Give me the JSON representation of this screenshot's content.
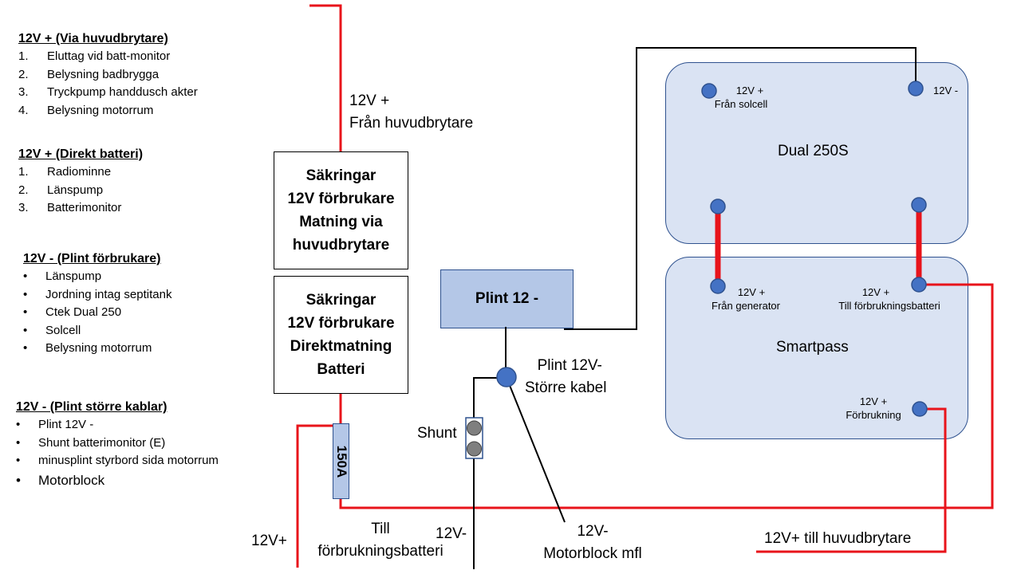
{
  "lists": {
    "via_huvudbrytare": {
      "title": "12V +  (Via huvudbrytare)",
      "items": [
        "Eluttag vid batt-monitor",
        "Belysning badbrygga",
        "Tryckpump handdusch akter",
        "Belysning motorrum"
      ]
    },
    "direkt_batteri": {
      "title": "12V +  (Direkt batteri)",
      "items": [
        "Radiominne",
        "Länspump",
        "Batterimonitor"
      ]
    },
    "plint_forbrukare": {
      "title": "12V -  (Plint förbrukare)",
      "items": [
        "Länspump",
        "Jordning intag septitank",
        "Ctek Dual 250",
        "Solcell",
        "Belysning motorrum"
      ]
    },
    "plint_storre": {
      "title": "12V -  (Plint större kablar)",
      "items": [
        "Plint 12V -",
        "Shunt batterimonitor (E)",
        "minusplint styrbord sida motorrum",
        "Motorblock"
      ]
    }
  },
  "fuse_boxes": {
    "huvudbrytare": [
      "Säkringar",
      "12V förbrukare",
      "Matning via",
      "huvudbrytare"
    ],
    "direkt": [
      "Säkringar",
      "12V förbrukare",
      "Direktmatning",
      "Batteri"
    ]
  },
  "labels": {
    "top_feed": [
      "12V +",
      "Från huvudbrytare"
    ],
    "plint_12": "Plint 12 -",
    "plint_storre": [
      "Plint 12V-",
      "Större kabel"
    ],
    "shunt": "Shunt",
    "fuse_150": "150A",
    "bottom_12v_plus": "12V+",
    "till_forbrukning": [
      "Till",
      "förbrukningsbatteri"
    ],
    "bottom_12v_minus": "12V-",
    "motorblock": [
      "12V-",
      "Motorblock mfl"
    ],
    "till_huvudbrytare": "12V+ till huvudbrytare"
  },
  "dual": {
    "name": "Dual 250S",
    "solcell": [
      "12V +",
      "Från solcell"
    ],
    "minus": "12V -"
  },
  "smartpass": {
    "name": "Smartpass",
    "generator": [
      "12V +",
      "Från generator"
    ],
    "forbrukningsbatteri": [
      "12V +",
      "Till förbrukningsbatteri"
    ],
    "forbrukning": [
      "12V +",
      "Förbrukning"
    ]
  },
  "colors": {
    "wire_positive": "#e8141b",
    "wire_negative": "#000000",
    "terminal": "#4472c4",
    "device_fill": "#dae3f3",
    "plint_fill": "#b4c7e7",
    "shunt": "#7f7f7f"
  }
}
